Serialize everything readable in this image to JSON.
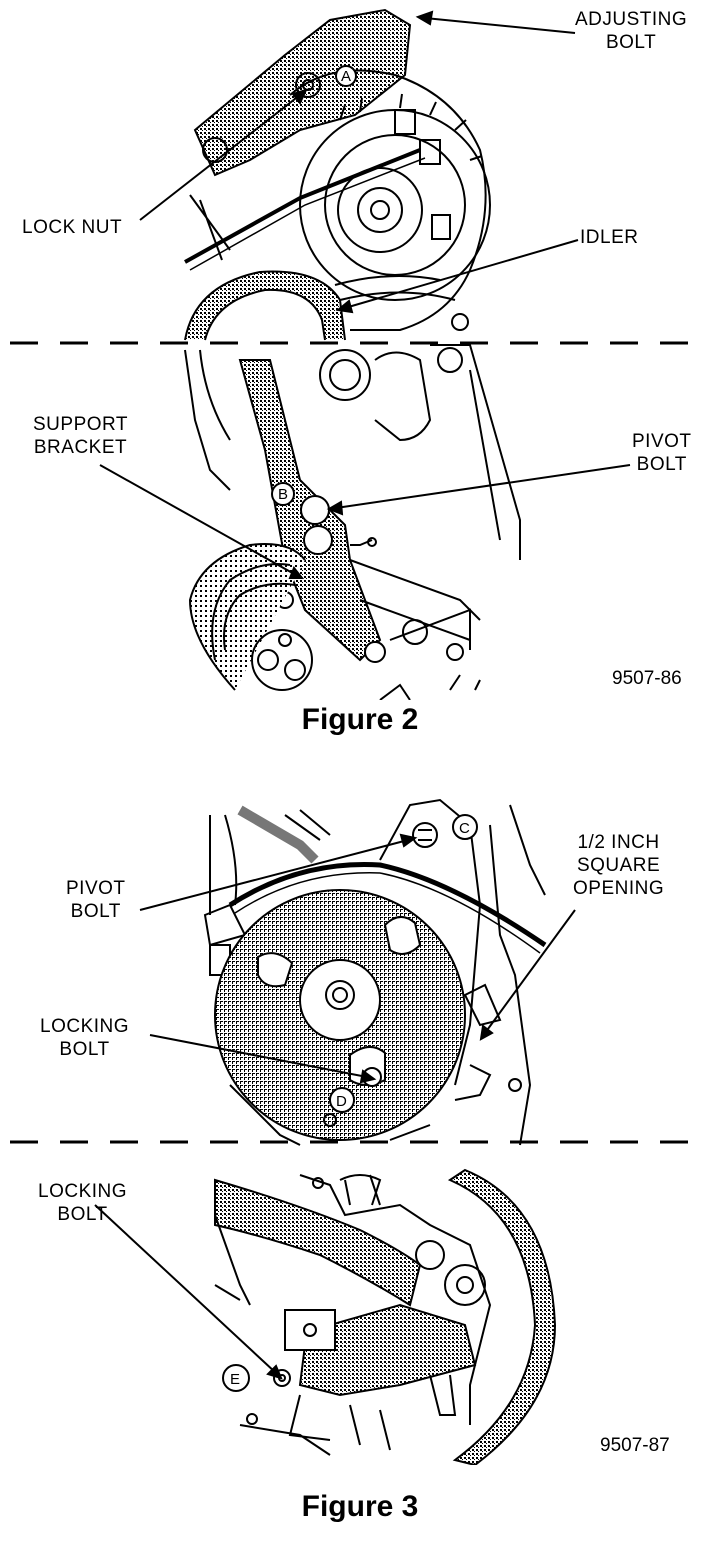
{
  "figure2": {
    "caption": "Figure 2",
    "code": "9507-86",
    "labels": {
      "adjusting_bolt": [
        "ADJUSTING",
        "BOLT"
      ],
      "lock_nut": "LOCK NUT",
      "idler": "IDLER",
      "support_bracket": [
        "SUPPORT",
        "BRACKET"
      ],
      "pivot_bolt": [
        "PIVOT",
        "BOLT"
      ]
    },
    "markers": {
      "a": "A",
      "b": "B"
    }
  },
  "figure3": {
    "caption": "Figure 3",
    "code": "9507-87",
    "labels": {
      "pivot_bolt": [
        "PIVOT",
        "BOLT"
      ],
      "square_opening": [
        "1/2 INCH",
        "SQUARE",
        "OPENING"
      ],
      "locking_bolt_top": [
        "LOCKING",
        "BOLT"
      ],
      "locking_bolt_bottom": [
        "LOCKING",
        "BOLT"
      ]
    },
    "markers": {
      "c": "C",
      "d": "D",
      "e": "E"
    }
  }
}
